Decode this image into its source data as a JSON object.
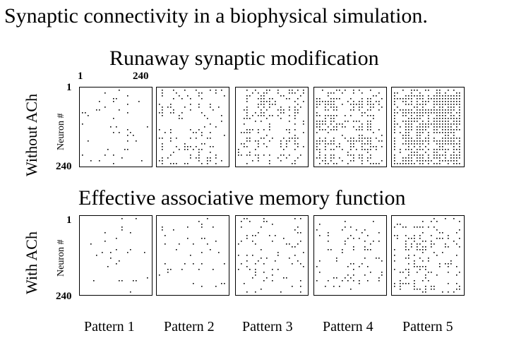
{
  "title": "Synaptic connectivity in a biophysical simulation.",
  "rows": [
    {
      "title": "Runaway synaptic modification",
      "condition": "Without ACh",
      "ylabel": "Neuron #",
      "y_tick_top": "1",
      "y_tick_bottom": "240",
      "x_tick_left": "1",
      "x_tick_right": "240",
      "densities": [
        0.12,
        0.22,
        0.38,
        0.55,
        0.62
      ]
    },
    {
      "title": "Effective associative memory function",
      "condition": "With ACh",
      "ylabel": "Neuron #",
      "y_tick_top": "1",
      "y_tick_bottom": "240",
      "densities": [
        0.06,
        0.1,
        0.16,
        0.2,
        0.26
      ]
    }
  ],
  "patterns": [
    "Pattern 1",
    "Pattern 2",
    "Pattern 3",
    "Pattern 4",
    "Pattern 5"
  ],
  "colors": {
    "dot": "#000000",
    "background": "#ffffff"
  }
}
